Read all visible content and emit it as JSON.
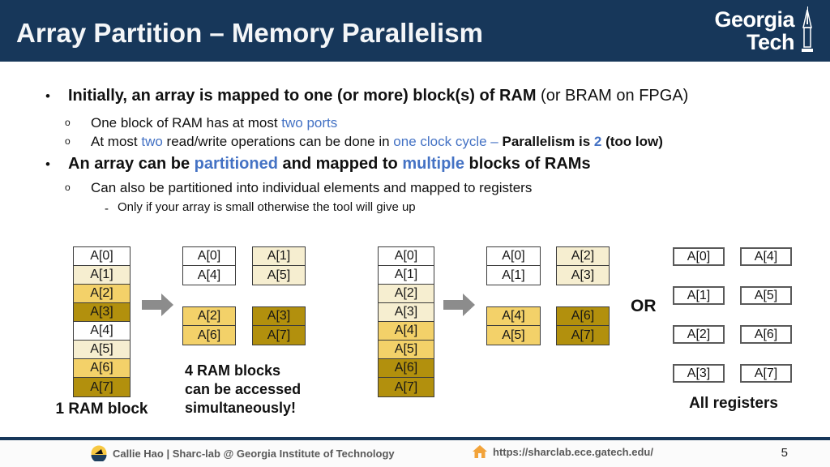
{
  "header": {
    "title": "Array Partition – Memory Parallelism",
    "logo_line1": "Georgia",
    "logo_line2": "Tech"
  },
  "bullets": [
    {
      "level": 1,
      "marker": "•",
      "segments": [
        {
          "t": "Initially, an array is mapped to one (or more) block(s) of RAM",
          "s": "bold"
        },
        {
          "t": " (or BRAM on FPGA)",
          "s": "plain"
        }
      ]
    },
    {
      "level": 2,
      "marker": "o",
      "segments": [
        {
          "t": "One block of RAM has at most ",
          "s": "plain"
        },
        {
          "t": "two ports",
          "s": "blue"
        }
      ]
    },
    {
      "level": 2,
      "marker": "o",
      "segments": [
        {
          "t": "At most ",
          "s": "plain"
        },
        {
          "t": "two",
          "s": "blue"
        },
        {
          "t": " read/write operations can be done in ",
          "s": "plain"
        },
        {
          "t": "one clock cycle – ",
          "s": "blue"
        },
        {
          "t": "Parallelism is ",
          "s": "bold"
        },
        {
          "t": "2",
          "s": "blueBold"
        },
        {
          "t": " (too low)",
          "s": "bold"
        }
      ]
    },
    {
      "level": 1,
      "marker": "•",
      "segments": [
        {
          "t": "An array can be ",
          "s": "bold"
        },
        {
          "t": "partitioned",
          "s": "blueBold"
        },
        {
          "t": " and mapped to ",
          "s": "bold"
        },
        {
          "t": "multiple",
          "s": "blueBold"
        },
        {
          "t": " blocks of RAMs",
          "s": "bold"
        }
      ]
    },
    {
      "level": 2,
      "marker": "o",
      "segments": [
        {
          "t": "Can also be partitioned into individual elements and mapped to registers",
          "s": "plain"
        }
      ]
    },
    {
      "level": 3,
      "marker": "-",
      "segments": [
        {
          "t": "Only if your array is small otherwise the tool will give up",
          "s": "plain"
        }
      ]
    }
  ],
  "colors": {
    "header_navy": "#17375a",
    "accent_blue": "#4472c4",
    "cell_white": "#ffffff",
    "cell_cream": "#f6eed0",
    "cell_gold": "#f3d169",
    "cell_dark_gold": "#b2900d",
    "arrow_gray": "#8c8c8c",
    "footer_gray": "#595959"
  },
  "diagram": {
    "stack1": {
      "cells": [
        {
          "label": "A[0]",
          "fill": "white"
        },
        {
          "label": "A[1]",
          "fill": "cream"
        },
        {
          "label": "A[2]",
          "fill": "gold"
        },
        {
          "label": "A[3]",
          "fill": "dark"
        },
        {
          "label": "A[4]",
          "fill": "white"
        },
        {
          "label": "A[5]",
          "fill": "cream"
        },
        {
          "label": "A[6]",
          "fill": "gold"
        },
        {
          "label": "A[7]",
          "fill": "dark"
        }
      ],
      "caption": "1 RAM block"
    },
    "group1": {
      "blocks": [
        {
          "fill": "white",
          "cells": [
            "A[0]",
            "A[4]"
          ]
        },
        {
          "fill": "cream",
          "cells": [
            "A[1]",
            "A[5]"
          ]
        },
        {
          "fill": "gold",
          "cells": [
            "A[2]",
            "A[6]"
          ]
        },
        {
          "fill": "dark",
          "cells": [
            "A[3]",
            "A[7]"
          ]
        }
      ],
      "caption_lines": [
        "4 RAM blocks",
        "can be accessed",
        "simultaneously!"
      ]
    },
    "stack2": {
      "cells": [
        {
          "label": "A[0]",
          "fill": "white"
        },
        {
          "label": "A[1]",
          "fill": "white"
        },
        {
          "label": "A[2]",
          "fill": "cream"
        },
        {
          "label": "A[3]",
          "fill": "cream"
        },
        {
          "label": "A[4]",
          "fill": "gold"
        },
        {
          "label": "A[5]",
          "fill": "gold"
        },
        {
          "label": "A[6]",
          "fill": "dark"
        },
        {
          "label": "A[7]",
          "fill": "dark"
        }
      ]
    },
    "group2": {
      "blocks": [
        {
          "fill": "white",
          "cells": [
            "A[0]",
            "A[1]"
          ]
        },
        {
          "fill": "cream",
          "cells": [
            "A[2]",
            "A[3]"
          ]
        },
        {
          "fill": "gold",
          "cells": [
            "A[4]",
            "A[5]"
          ]
        },
        {
          "fill": "dark",
          "cells": [
            "A[6]",
            "A[7]"
          ]
        }
      ]
    },
    "or_label": "OR",
    "registers": {
      "left": [
        "A[0]",
        "A[1]",
        "A[2]",
        "A[3]"
      ],
      "right": [
        "A[4]",
        "A[5]",
        "A[6]",
        "A[7]"
      ],
      "caption": "All registers"
    }
  },
  "footer": {
    "left_text": "Callie Hao | Sharc-lab @ Georgia Institute of Technology",
    "url": "https://sharclab.ece.gatech.edu/",
    "page": "5"
  }
}
